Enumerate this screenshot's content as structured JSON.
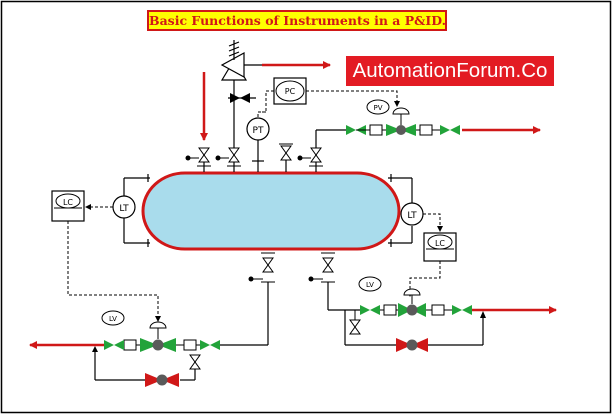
{
  "title": "Basic Functions of Instruments in a P&ID.",
  "brand": "AutomationForum.Co",
  "instruments": {
    "pc": "PC",
    "pt": "PT",
    "pv": "PV",
    "lt_left": "LT",
    "lt_right": "LT",
    "lc_left": "LC",
    "lc_right": "LC",
    "lv_left": "LV",
    "lv_right": "LV"
  },
  "colors": {
    "vessel_fill": "#a9dcec",
    "vessel_border": "#d01818",
    "flow_arrow": "#d01818",
    "bypass_valve": "#d01818",
    "line_valve": "#22a33a",
    "control_valve_body": "#5a5a5a"
  }
}
